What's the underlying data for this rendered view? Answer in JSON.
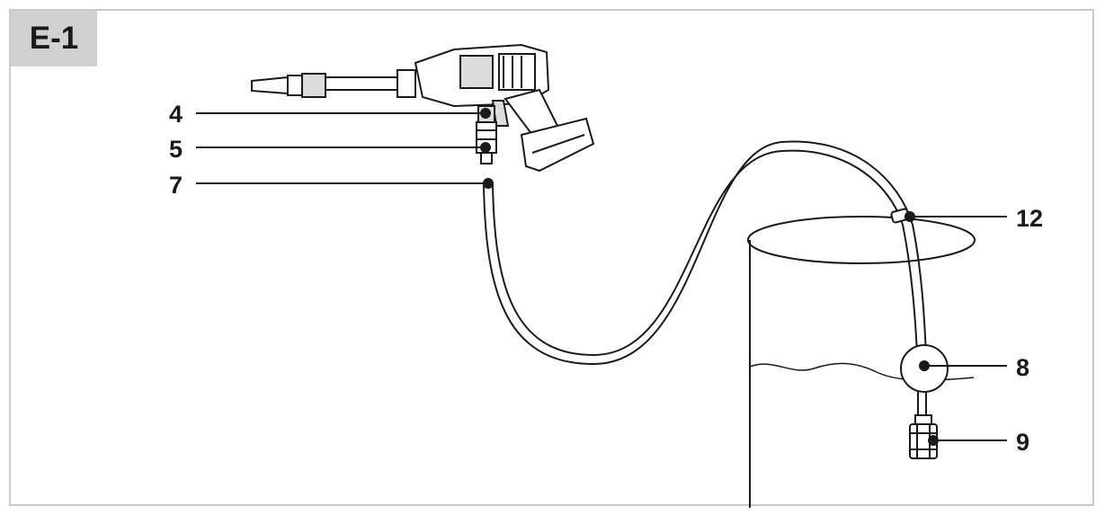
{
  "figure": {
    "tag": "E-1"
  },
  "callouts": [
    {
      "id": "4",
      "label": "4"
    },
    {
      "id": "5",
      "label": "5"
    },
    {
      "id": "7",
      "label": "7"
    },
    {
      "id": "12",
      "label": "12"
    },
    {
      "id": "8",
      "label": "8"
    },
    {
      "id": "9",
      "label": "9"
    }
  ],
  "colors": {
    "line": "#1a1a1a",
    "tag_background": "#d0d0d0",
    "frame_border": "#c9c9c9"
  }
}
